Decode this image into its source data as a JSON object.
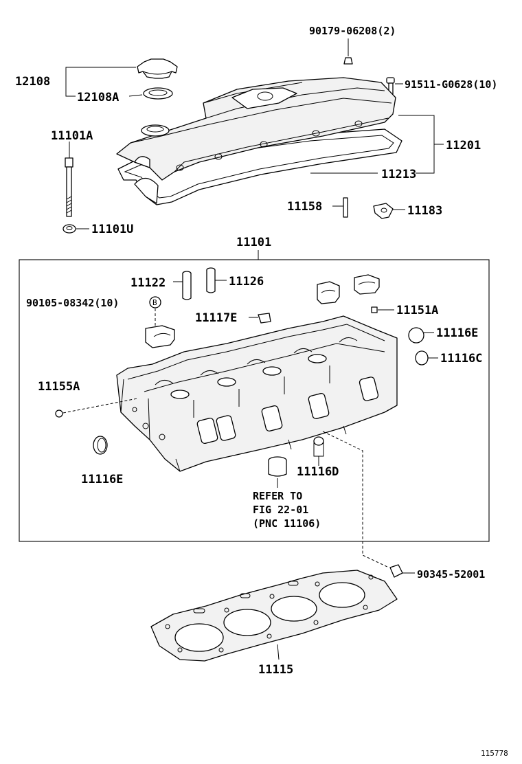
{
  "diagram_id": "115778",
  "parts": {
    "p_90179_06208": "90179-06208(2)",
    "p_12108": "12108",
    "p_12108A": "12108A",
    "p_91511_G0628": "91511-G0628(10)",
    "p_11101A": "11101A",
    "p_11201": "11201",
    "p_11213": "11213",
    "p_11158": "11158",
    "p_11183": "11183",
    "p_11101U": "11101U",
    "p_11101": "11101",
    "p_11122": "11122",
    "p_11126": "11126",
    "p_90105_08342": "90105-08342(10)",
    "p_11117E": "11117E",
    "p_11151A": "11151A",
    "p_11116E_right": "11116E",
    "p_11116C": "11116C",
    "p_11155A": "11155A",
    "p_11116E_left": "11116E",
    "p_11116D": "11116D",
    "p_90345_52001": "90345-52001",
    "p_11115": "11115"
  },
  "marker_letter": "B",
  "refer_note": {
    "line1": "REFER TO",
    "line2": "FIG 22-01",
    "line3": "(PNC 11106)"
  }
}
